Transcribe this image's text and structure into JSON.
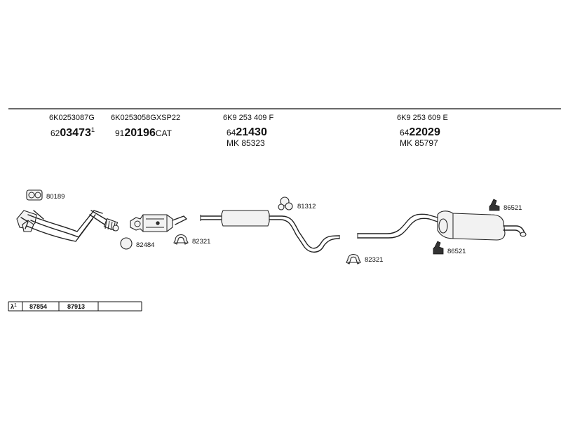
{
  "parts": {
    "manifold": {
      "oe": "6K0253087G",
      "prefix": "62",
      "number": "03473",
      "suffix": "1"
    },
    "catalyst": {
      "oe": "6K0253058GXSP22",
      "prefix": "91",
      "number": "20196",
      "suffix": "CAT"
    },
    "middle": {
      "oe": "6K9 253 409 F",
      "prefix": "64",
      "number": "21430",
      "mk": "MK 85323"
    },
    "rear": {
      "oe": "6K9 253 609 E",
      "prefix": "64",
      "number": "22029",
      "mk": "MK 85797"
    }
  },
  "fittings": {
    "gasket_manifold": "80189",
    "gasket_catalyst": "82484",
    "clamp_catalyst": "82321",
    "hanger_middle": "81312",
    "clamp_middle": "82321",
    "hanger_rear_top": "86521",
    "hanger_rear_bottom": "86521"
  },
  "table": {
    "symbol": "λ",
    "superscript": "1",
    "cells": [
      "87854",
      "87913"
    ]
  }
}
